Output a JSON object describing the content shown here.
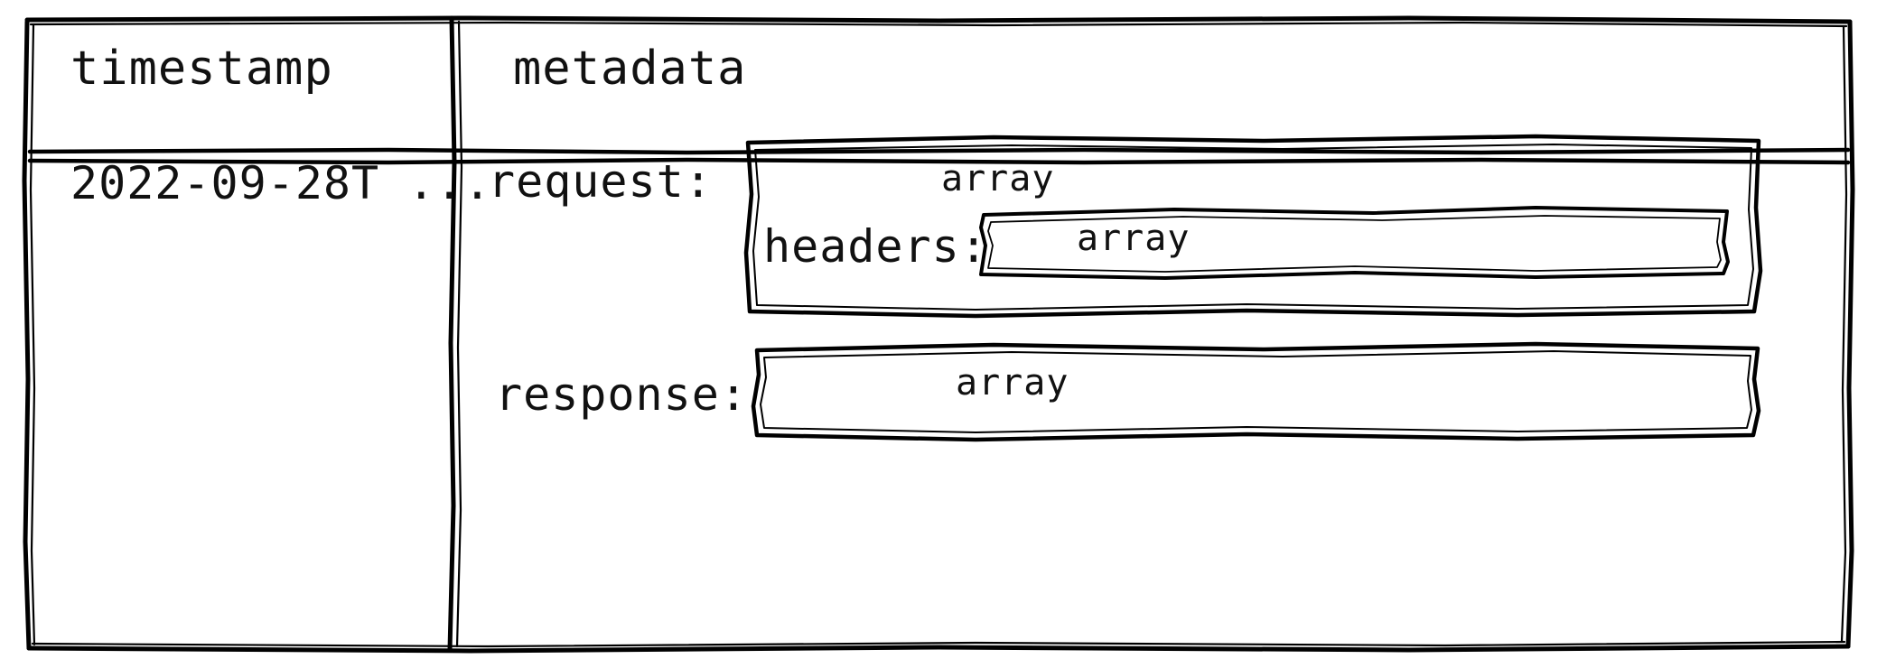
{
  "diagram": {
    "style": "hand-drawn-sketch",
    "kind": "nested-table-schema",
    "stroke_color": "#000000",
    "background_color": "#ffffff"
  },
  "table": {
    "columns": [
      {
        "id": "timestamp",
        "header": "timestamp"
      },
      {
        "id": "metadata",
        "header": "metadata"
      }
    ],
    "rows": [
      {
        "timestamp": {
          "value": "2022-09-28T ..."
        },
        "metadata": {
          "fields": [
            {
              "label": "request:",
              "type": "array",
              "nested": [
                {
                  "label": "headers:",
                  "type": "array"
                }
              ]
            },
            {
              "label": "response:",
              "type": "array",
              "nested": []
            }
          ]
        }
      }
    ]
  },
  "labels": {
    "header_timestamp": "timestamp",
    "header_metadata": "metadata",
    "value_timestamp": "2022-09-28T ...",
    "request": "request:",
    "response": "response:",
    "headers": "headers:",
    "type_request": "array",
    "type_headers": "array",
    "type_response": "array"
  }
}
